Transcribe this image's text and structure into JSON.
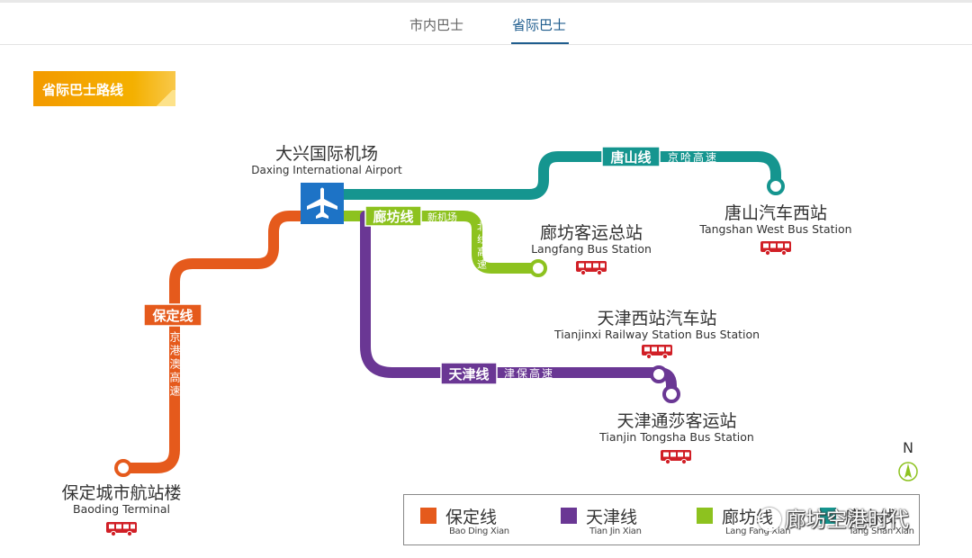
{
  "tabs": [
    {
      "label": "市内巴士",
      "active": false
    },
    {
      "label": "省际巴士",
      "active": true
    }
  ],
  "section_title": "省际巴士路线",
  "airport": {
    "name_cn": "大兴国际机场",
    "name_en": "Daxing International Airport",
    "icon": "airplane-icon"
  },
  "lines": [
    {
      "id": "baoding",
      "label": "保定线",
      "highway": "京港澳高速",
      "color": "#e55a1c"
    },
    {
      "id": "tianjin",
      "label": "天津线",
      "highway": "津保高速",
      "color": "#6a3794"
    },
    {
      "id": "langfang",
      "label": "廊坊线",
      "highway": "新机场北线高速",
      "color": "#8dc21f"
    },
    {
      "id": "tangshan",
      "label": "唐山线",
      "highway": "京哈高速",
      "color": "#15958f"
    }
  ],
  "stations": [
    {
      "id": "tangshan",
      "name_cn": "唐山汽车西站",
      "name_en": "Tangshan West Bus Station"
    },
    {
      "id": "langfang",
      "name_cn": "廊坊客运总站",
      "name_en": "Langfang Bus Station"
    },
    {
      "id": "tianjinxi",
      "name_cn": "天津西站汽车站",
      "name_en": "Tianjinxi Railway Station Bus Station"
    },
    {
      "id": "tongsha",
      "name_cn": "天津通莎客运站",
      "name_en": "Tianjin Tongsha Bus Station"
    },
    {
      "id": "baoding",
      "name_cn": "保定城市航站楼",
      "name_en": "Baoding Terminal"
    }
  ],
  "compass": "N",
  "legend": [
    {
      "cn": "保定线",
      "en": "Bao Ding Xian",
      "color": "#e55a1c"
    },
    {
      "cn": "天津线",
      "en": "Tian Jin Xian",
      "color": "#6a3794"
    },
    {
      "cn": "廊坊线",
      "en": "Lang Fang Xian",
      "color": "#8dc21f"
    },
    {
      "cn": "唐山线",
      "en": "Tang Shan Xian",
      "color": "#15958f"
    }
  ],
  "watermark": "廊坊空港时代",
  "colors": {
    "accent": "#1f5d8e",
    "bus": "#d11f26",
    "airport_box": "#1d73c6"
  }
}
